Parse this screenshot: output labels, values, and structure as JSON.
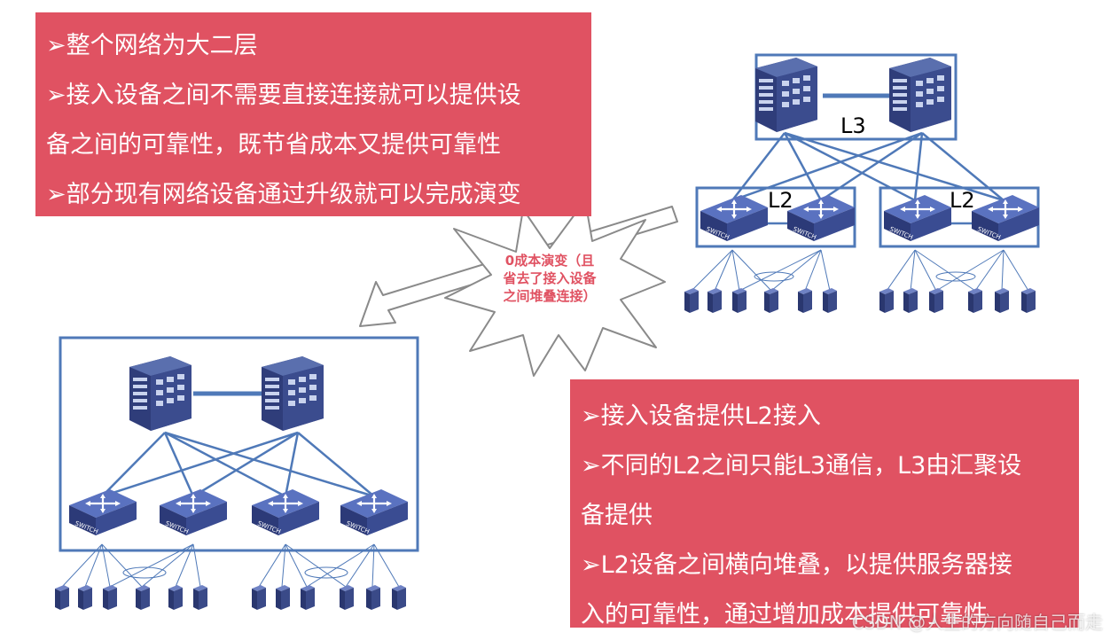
{
  "top_box": {
    "lines": [
      "➢整个网络为大二层",
      "➢接入设备之间不需要直接连接就可以提供设",
      "备之间的可靠性，既节省成本又提供可靠性",
      "➢部分现有网络设备通过升级就可以完成演变"
    ]
  },
  "bottom_box": {
    "lines": [
      "➢接入设备提供L2接入",
      "➢不同的L2之间只能L3通信，L3由汇聚设",
      "备提供",
      "➢L2设备之间横向堆叠，以提供服务器接",
      "入的可靠性，通过增加成本提供可靠性"
    ]
  },
  "burst": {
    "lines": [
      "0成本演变（且",
      "省去了接入设备",
      "之间堆叠连接）"
    ]
  },
  "labels": {
    "l3": "L3",
    "l2_left": "L2",
    "l2_right": "L2",
    "switch": "SWITCH"
  },
  "watermark": "CSDN @人生的方向随自己而走",
  "colors": {
    "box": "#e05262",
    "frame": "#4f79b8",
    "device": "#3a4a88"
  }
}
